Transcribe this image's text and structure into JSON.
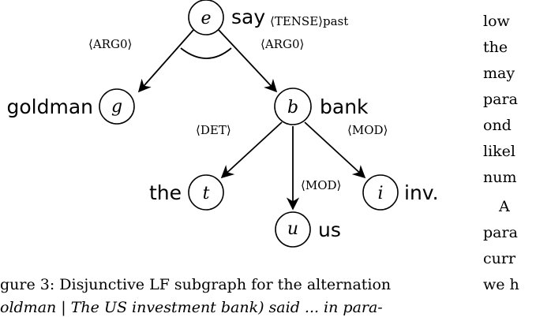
{
  "nodes": [
    {
      "id": "e",
      "var": "e",
      "word": "say",
      "attr": "⟨TENSE⟩past"
    },
    {
      "id": "g",
      "var": "g",
      "word": "goldman"
    },
    {
      "id": "b",
      "var": "b",
      "word": "bank"
    },
    {
      "id": "t",
      "var": "t",
      "word": "the"
    },
    {
      "id": "u",
      "var": "u",
      "word": "us"
    },
    {
      "id": "i",
      "var": "i",
      "word": "inv."
    }
  ],
  "edges": [
    {
      "from": "e",
      "to": "g",
      "label": "⟨ARG0⟩"
    },
    {
      "from": "e",
      "to": "b",
      "label": "⟨ARG0⟩"
    },
    {
      "from": "b",
      "to": "t",
      "label": "⟨DET⟩"
    },
    {
      "from": "b",
      "to": "u",
      "label": "⟨MOD⟩"
    },
    {
      "from": "b",
      "to": "i",
      "label": "⟨MOD⟩"
    }
  ],
  "caption": {
    "line1": "gure 3:  Disjunctive LF subgraph for the alternation",
    "line2": "oldman | The US investment bank) said ... in para-"
  },
  "side_text": [
    "low",
    "the",
    "may",
    "para",
    "ond",
    "likel",
    "num",
    "A",
    "para",
    "curr",
    "we h"
  ]
}
